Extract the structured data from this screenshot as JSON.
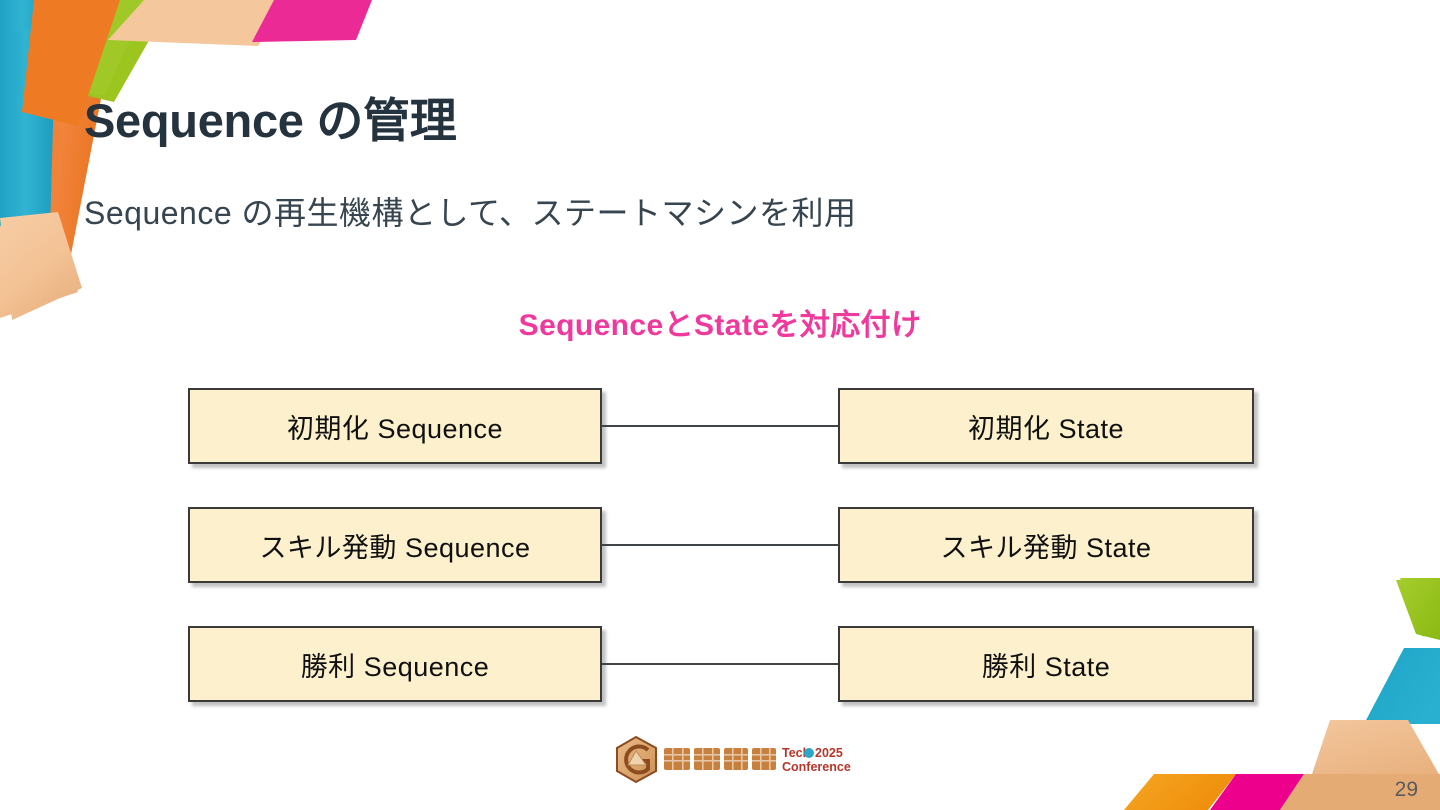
{
  "slide": {
    "title": "Sequence の管理",
    "subtitle": "Sequence の再生機構として、ステートマシンを利用",
    "page_number": "29"
  },
  "diagram": {
    "heading": "SequenceとStateを対応付け",
    "heading_color": "#f0399c",
    "node_fill": "#fcf0cd",
    "node_border": "#3a3a3a",
    "rows": [
      {
        "left": "初期化 Sequence",
        "right": "初期化 State"
      },
      {
        "left": "スキル発動 Sequence",
        "right": "スキル発動 State"
      },
      {
        "left": "勝利 Sequence",
        "right": "勝利 State"
      }
    ]
  },
  "footer": {
    "logo_brand": "GREE",
    "logo_tech": "Tech",
    "logo_year": "2025",
    "logo_conference": "Conference"
  },
  "decor": {
    "colors": {
      "cyan": "#29a8c8",
      "orange": "#ef7a24",
      "green": "#95c11f",
      "peach": "#f5c79a",
      "magenta": "#ec008c",
      "amber": "#f39200",
      "tan": "#e8b887"
    }
  }
}
